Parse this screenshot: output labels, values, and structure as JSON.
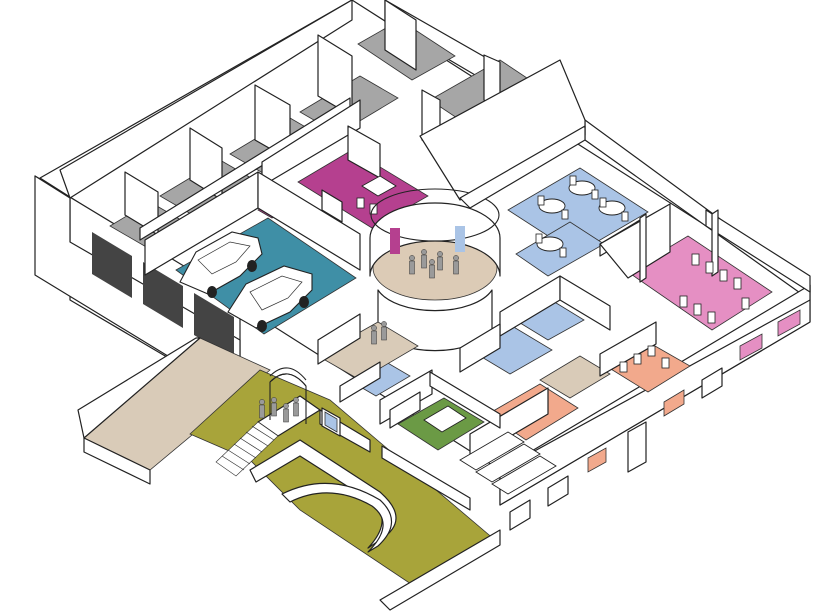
{
  "diagram": {
    "kind": "isometric-floor-plan",
    "colors": {
      "gray_room": "#a6a6a6",
      "magenta_room": "#b5408f",
      "teal_garage": "#3f8fa6",
      "light_blue_room": "#aac4e6",
      "pink_room": "#e58fc3",
      "salmon_room": "#f2a98c",
      "beige_room": "#d9cbb8",
      "olive_lawn": "#a8a43a",
      "green_room": "#6b9a45",
      "rotunda_floor": "#dccbb6"
    },
    "rooms": [
      {
        "id": "storage-1",
        "color": "gray_room"
      },
      {
        "id": "storage-2",
        "color": "gray_room"
      },
      {
        "id": "storage-3",
        "color": "gray_room"
      },
      {
        "id": "storage-4",
        "color": "gray_room"
      },
      {
        "id": "storage-5",
        "color": "gray_room"
      },
      {
        "id": "magenta-office",
        "color": "magenta_room"
      },
      {
        "id": "garage",
        "color": "teal_garage"
      },
      {
        "id": "rotunda",
        "color": "rotunda_floor"
      },
      {
        "id": "cafeteria",
        "color": "light_blue_room"
      },
      {
        "id": "pink-workspace",
        "color": "pink_room"
      },
      {
        "id": "blue-office-1",
        "color": "light_blue_room"
      },
      {
        "id": "blue-office-2",
        "color": "light_blue_room"
      },
      {
        "id": "green-meeting",
        "color": "green_room"
      },
      {
        "id": "salmon-workspace",
        "color": "salmon_room"
      },
      {
        "id": "salmon-workspace-2",
        "color": "salmon_room"
      },
      {
        "id": "entrance-ramp",
        "color": "beige_room"
      },
      {
        "id": "lawn",
        "color": "olive_lawn"
      }
    ],
    "icons": [
      "car-icon",
      "person-icon",
      "chair-icon",
      "table-icon",
      "vent-icon",
      "stair-icon",
      "arch-icon"
    ]
  }
}
